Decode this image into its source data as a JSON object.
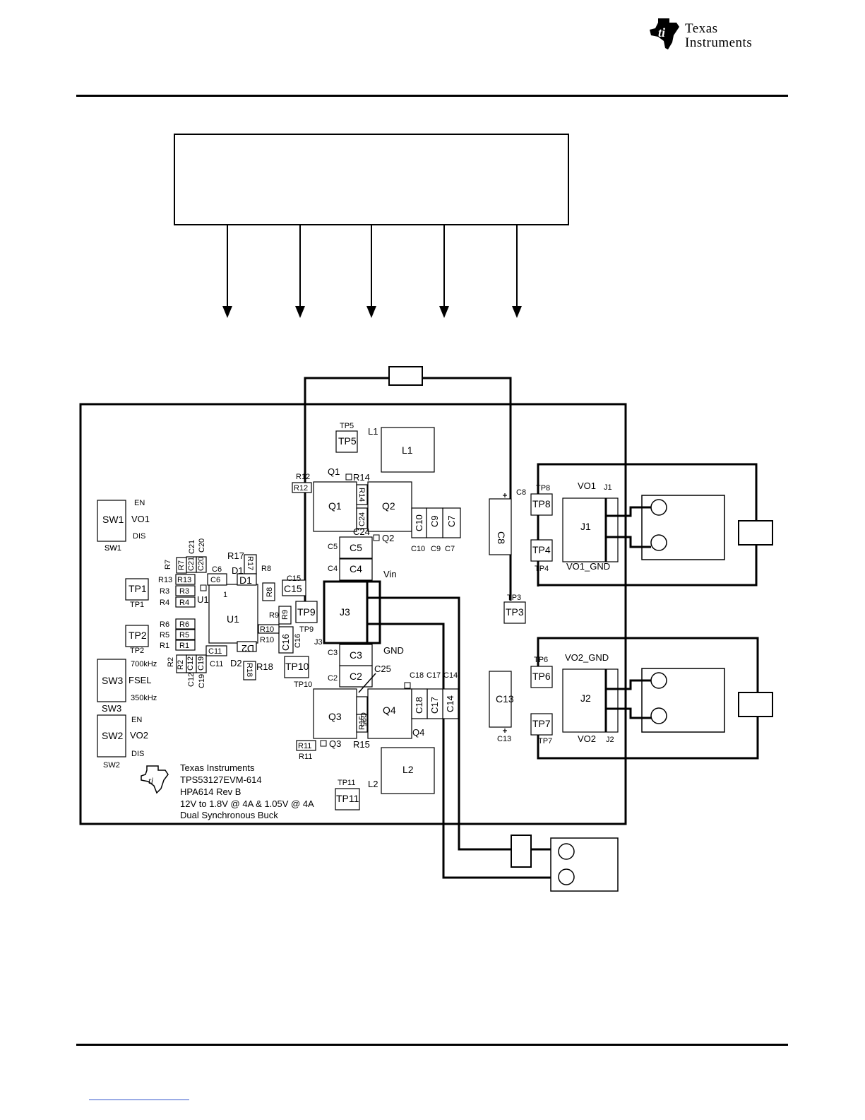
{
  "header": {
    "brand_line1": "Texas",
    "brand_line2": "Instruments",
    "brand_color": "#000000",
    "footer_link_color": "#3355cc"
  },
  "board": {
    "silkscreen": [
      "Texas Instruments",
      "TPS53127EVM-614",
      "HPA614 Rev B",
      "12V to 1.8V @ 4A & 1.05V @ 4A",
      "Dual Synchronous Buck"
    ],
    "switch_labels": {
      "en1": "EN",
      "vo1": "VO1",
      "dis1": "DIS",
      "sw1_below": "SW1",
      "khz700": "700kHz",
      "fsel": "FSEL",
      "khz350": "350kHz",
      "sw3_below": "SW3",
      "en2": "EN",
      "vo2": "VO2",
      "dis2": "DIS",
      "sw2_below": "SW2"
    },
    "net_labels": {
      "vin": "Vin",
      "gnd": "GND",
      "vo1": "VO1",
      "vo1_gnd": "VO1_GND",
      "vo2_gnd": "VO2_GND",
      "vo2": "VO2",
      "pin1": "1"
    },
    "components": [
      {
        "id": "sw1",
        "label": "SW1"
      },
      {
        "id": "sw3",
        "label": "SW3"
      },
      {
        "id": "sw2",
        "label": "SW2"
      },
      {
        "id": "tp1",
        "label": "TP1"
      },
      {
        "id": "tp2",
        "label": "TP2"
      },
      {
        "id": "tp3",
        "label": "TP3"
      },
      {
        "id": "tp4",
        "label": "TP4"
      },
      {
        "id": "tp5",
        "label": "TP5"
      },
      {
        "id": "tp6",
        "label": "TP6"
      },
      {
        "id": "tp7",
        "label": "TP7"
      },
      {
        "id": "tp8",
        "label": "TP8"
      },
      {
        "id": "tp9",
        "label": "TP9"
      },
      {
        "id": "tp10",
        "label": "TP10"
      },
      {
        "id": "tp11",
        "label": "TP11"
      },
      {
        "id": "u1",
        "label": "U1"
      },
      {
        "id": "q1",
        "label": "Q1"
      },
      {
        "id": "q2",
        "label": "Q2"
      },
      {
        "id": "q3",
        "label": "Q3"
      },
      {
        "id": "q4",
        "label": "Q4"
      },
      {
        "id": "l1",
        "label": "L1"
      },
      {
        "id": "l2",
        "label": "L2"
      },
      {
        "id": "j1",
        "label": "J1"
      },
      {
        "id": "j2",
        "label": "J2"
      },
      {
        "id": "j3",
        "label": "J3"
      },
      {
        "id": "c2",
        "label": "C2"
      },
      {
        "id": "c3",
        "label": "C3"
      },
      {
        "id": "c4",
        "label": "C4"
      },
      {
        "id": "c5",
        "label": "C5"
      },
      {
        "id": "c6",
        "label": "C6"
      },
      {
        "id": "c7",
        "label": "C7"
      },
      {
        "id": "c8",
        "label": "C8"
      },
      {
        "id": "c9",
        "label": "C9"
      },
      {
        "id": "c10",
        "label": "C10"
      },
      {
        "id": "c11",
        "label": "C11"
      },
      {
        "id": "c12",
        "label": "C12"
      },
      {
        "id": "c13",
        "label": "C13"
      },
      {
        "id": "c14",
        "label": "C14"
      },
      {
        "id": "c15",
        "label": "C15"
      },
      {
        "id": "c16",
        "label": "C16"
      },
      {
        "id": "c17",
        "label": "C17"
      },
      {
        "id": "c18",
        "label": "C18"
      },
      {
        "id": "c19",
        "label": "C19"
      },
      {
        "id": "c20",
        "label": "C20"
      },
      {
        "id": "c21",
        "label": "C21"
      },
      {
        "id": "c24",
        "label": "C24"
      },
      {
        "id": "c25",
        "label": "C25"
      },
      {
        "id": "r1",
        "label": "R1"
      },
      {
        "id": "r2",
        "label": "R2"
      },
      {
        "id": "r3",
        "label": "R3"
      },
      {
        "id": "r4",
        "label": "R4"
      },
      {
        "id": "r5",
        "label": "R5"
      },
      {
        "id": "r6",
        "label": "R6"
      },
      {
        "id": "r7",
        "label": "R7"
      },
      {
        "id": "r8",
        "label": "R8"
      },
      {
        "id": "r9",
        "label": "R9"
      },
      {
        "id": "r10",
        "label": "R10"
      },
      {
        "id": "r11",
        "label": "R11"
      },
      {
        "id": "r12",
        "label": "R12"
      },
      {
        "id": "r13",
        "label": "R13"
      },
      {
        "id": "r14",
        "label": "R14"
      },
      {
        "id": "r15",
        "label": "R15"
      },
      {
        "id": "r17",
        "label": "R17"
      },
      {
        "id": "r18",
        "label": "R18"
      },
      {
        "id": "d1",
        "label": "D1"
      },
      {
        "id": "d2",
        "label": "D2"
      }
    ]
  }
}
